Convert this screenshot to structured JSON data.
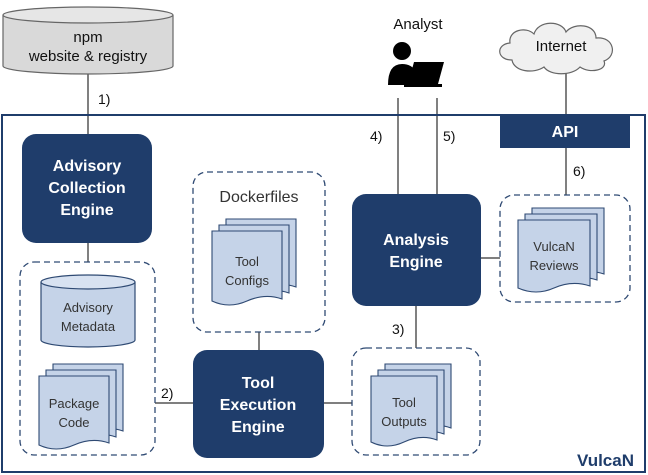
{
  "system_name": "VulcaN",
  "external": {
    "npm": [
      "npm",
      "website & registry"
    ],
    "analyst": "Analyst",
    "internet": "Internet",
    "api": "API"
  },
  "engines": {
    "advisory": [
      "Advisory",
      "Collection",
      "Engine"
    ],
    "analysis": [
      "Analysis",
      "Engine"
    ],
    "tool": [
      "Tool",
      "Execution",
      "Engine"
    ]
  },
  "groups": {
    "dockerfiles": "Dockerfiles"
  },
  "docs": {
    "tool_configs": [
      "Tool",
      "Configs"
    ],
    "advisory_metadata": [
      "Advisory",
      "Metadata"
    ],
    "package_code": [
      "Package",
      "Code"
    ],
    "tool_outputs": [
      "Tool",
      "Outputs"
    ],
    "vulcan_reviews": [
      "VulcaN",
      "Reviews"
    ]
  },
  "edges": {
    "e1": "1)",
    "e2": "2)",
    "e3": "3)",
    "e4": "4)",
    "e5": "5)",
    "e6": "6)"
  },
  "colors": {
    "engine_fill": "#1f3d6b",
    "doc_fill": "#c5d3e8",
    "border": "#1f3d6b",
    "dashed": "#2f4a73",
    "cylinder_fill": "#d9d9d9",
    "line": "#555555"
  }
}
